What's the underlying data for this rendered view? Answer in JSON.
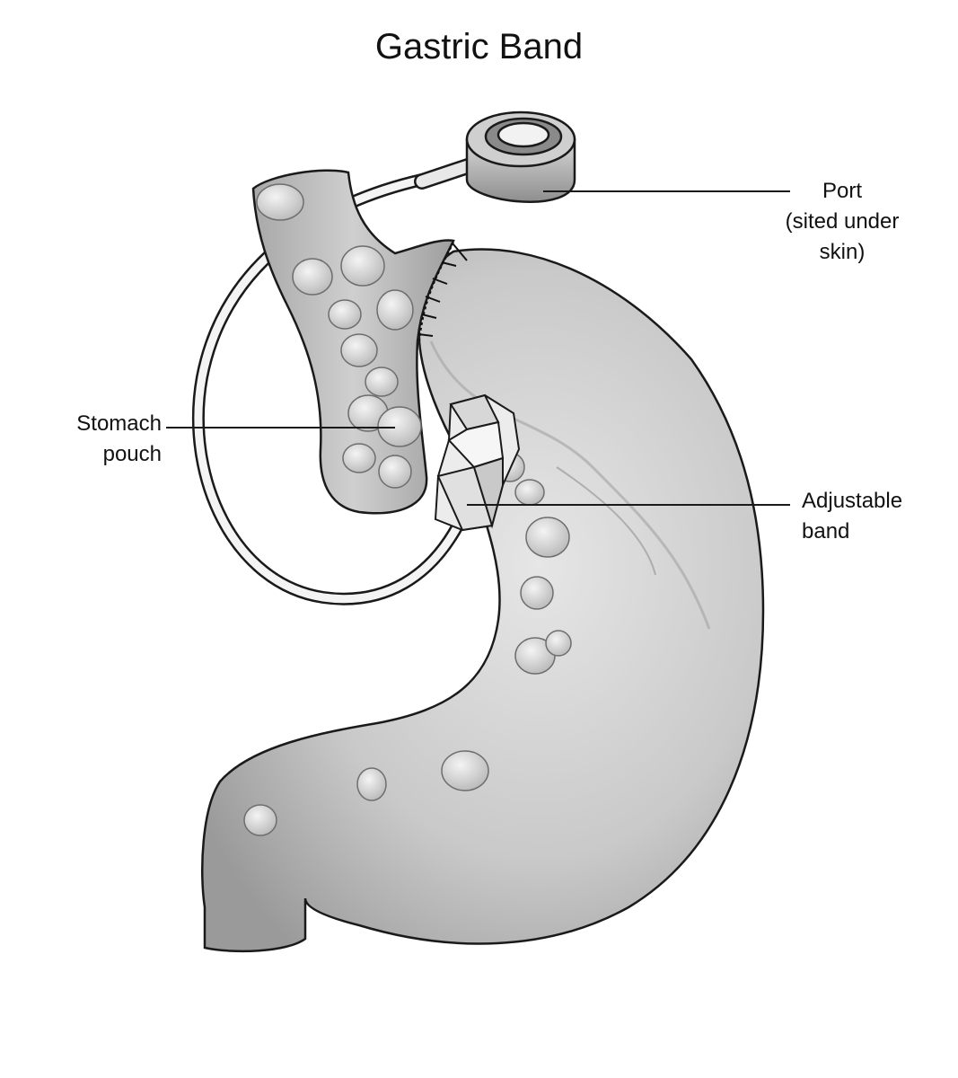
{
  "title": "Gastric Band",
  "labels": {
    "port": [
      "Port",
      "(sited under",
      "skin)"
    ],
    "stomach_pouch": [
      "Stomach",
      "pouch"
    ],
    "adjustable_band": [
      "Adjustable",
      "band"
    ]
  },
  "colors": {
    "stroke": "#1a1a1a",
    "stomach_fill": "#c8c8c8",
    "stomach_light": "#e2e2e2",
    "pouch_fill": "#b5b5b5",
    "fat_fill": "#dedede",
    "band_fill": "#ececec",
    "tube_fill": "#f2f2f2"
  }
}
